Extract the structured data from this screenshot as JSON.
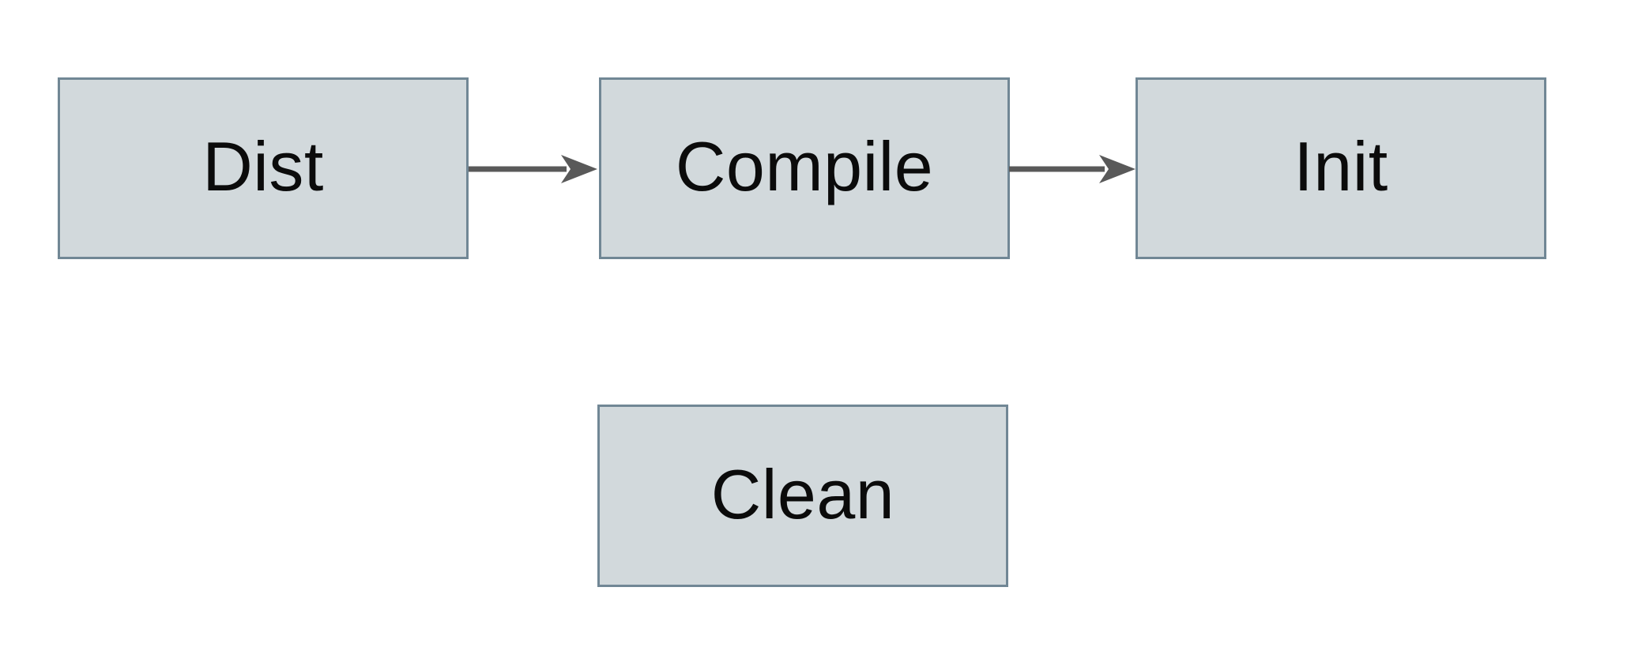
{
  "diagram": {
    "nodes": [
      {
        "id": "dist",
        "label": "Dist"
      },
      {
        "id": "compile",
        "label": "Compile"
      },
      {
        "id": "init",
        "label": "Init"
      },
      {
        "id": "clean",
        "label": "Clean"
      }
    ],
    "edges": [
      {
        "from": "dist",
        "to": "compile"
      },
      {
        "from": "compile",
        "to": "init"
      }
    ],
    "colors": {
      "background": "#ffffff",
      "node_fill": "#d2d9dc",
      "node_border": "#718795",
      "text": "#0b0b0b",
      "arrow": "#595959"
    }
  }
}
